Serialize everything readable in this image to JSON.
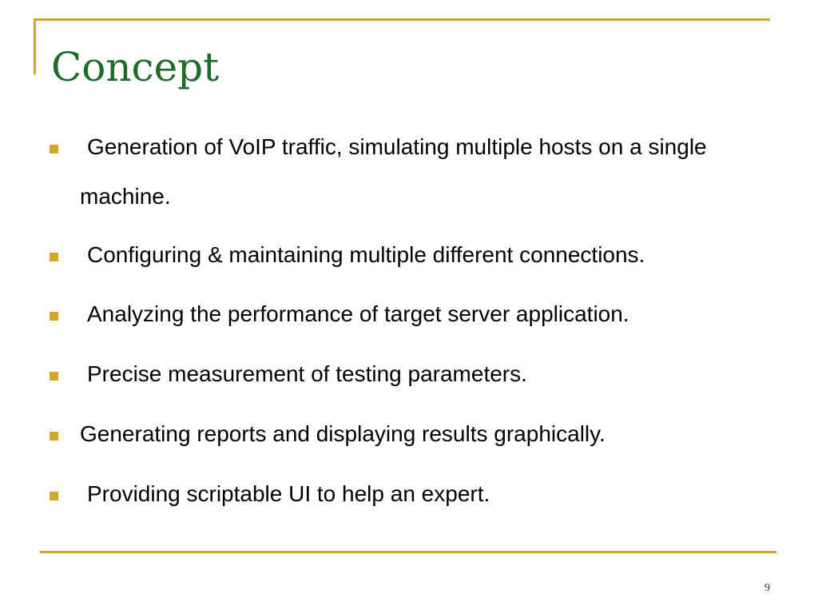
{
  "slide": {
    "title": "Concept",
    "page_number": "9",
    "bullets": [
      "Generation of VoIP traffic, simulating multiple hosts on a single machine.",
      "Configuring & maintaining multiple different connections.",
      "Analyzing the performance of target server application.",
      "Precise measurement of testing parameters.",
      "Generating reports and displaying results graphically.",
      "Providing scriptable UI to help an expert."
    ]
  },
  "colors": {
    "accent": "#d4a72c",
    "title": "#1f6b2a",
    "text": "#000000"
  },
  "icons": {
    "bullet": "square-bullet-icon"
  }
}
